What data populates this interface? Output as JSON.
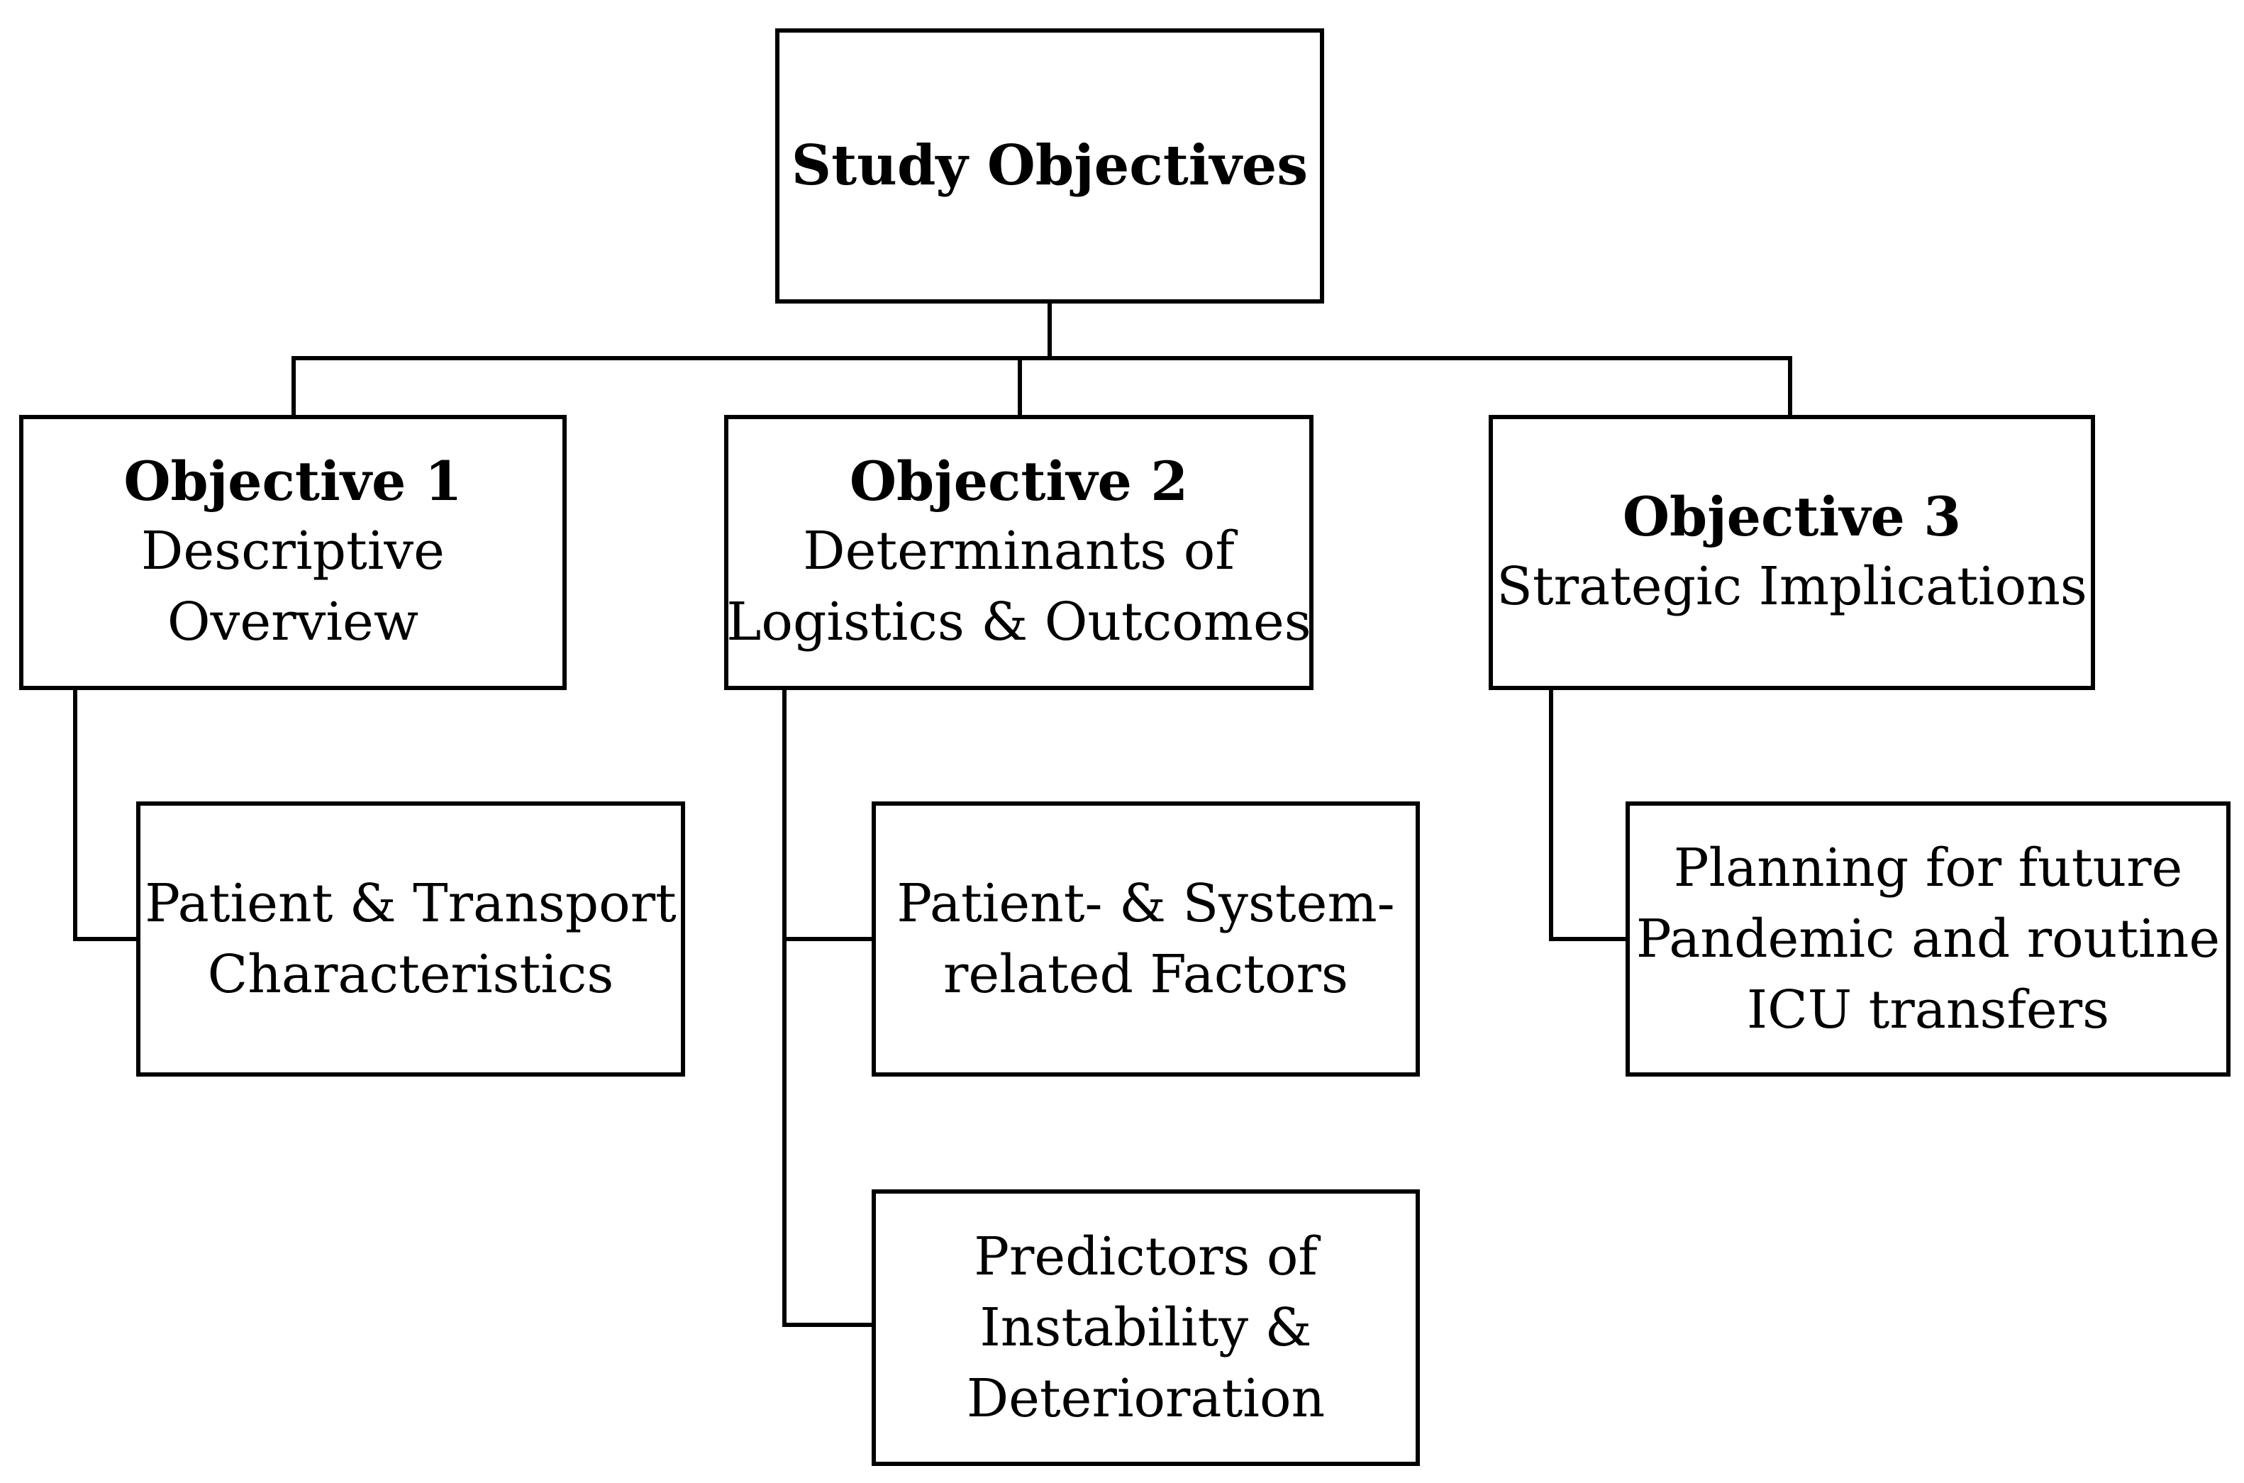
{
  "root": {
    "title": "Study Objectives"
  },
  "objectives": [
    {
      "heading": "Objective 1",
      "lines": [
        "Descriptive",
        "Overview"
      ],
      "children": [
        {
          "lines": [
            "Patient & Transport",
            "Characteristics"
          ]
        }
      ]
    },
    {
      "heading": "Objective 2",
      "lines": [
        "Determinants of",
        "Logistics & Outcomes"
      ],
      "children": [
        {
          "lines": [
            "Patient- & System-",
            "related Factors"
          ]
        },
        {
          "lines": [
            "Predictors of",
            "Instability &",
            "Deterioration"
          ]
        }
      ]
    },
    {
      "heading": "Objective 3",
      "lines": [
        "Strategic Implications"
      ],
      "children": [
        {
          "lines": [
            "Planning for future",
            "Pandemic and routine",
            "ICU transfers"
          ]
        }
      ]
    }
  ]
}
